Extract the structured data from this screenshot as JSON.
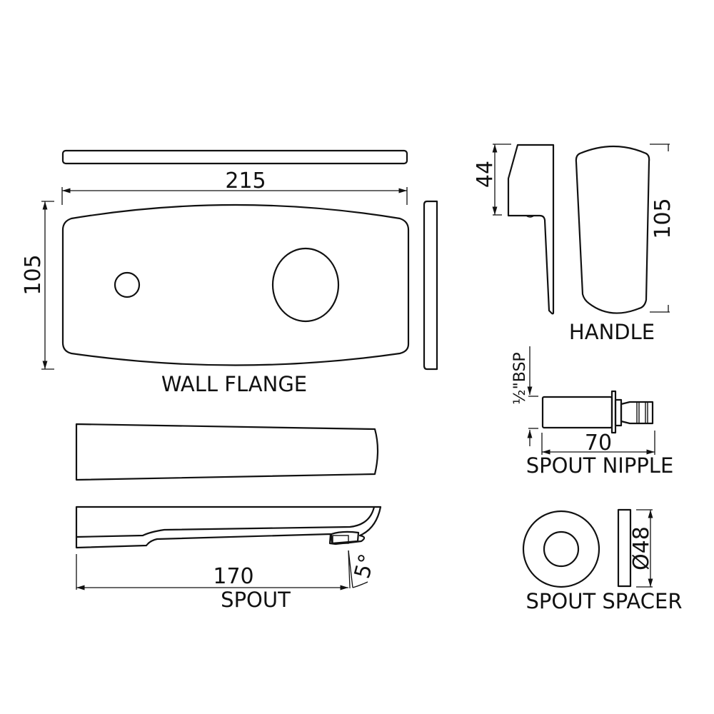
{
  "labels": {
    "wall_flange": "WALL FLANGE",
    "handle": "HANDLE",
    "spout_nipple": "SPOUT NIPPLE",
    "spout": "SPOUT",
    "spout_spacer": "SPOUT SPACER"
  },
  "dimensions": {
    "wall_flange_width": "215",
    "wall_flange_height": "105",
    "handle_depth": "44",
    "handle_height": "105",
    "nipple_thread": "½\"BSP",
    "nipple_length": "70",
    "spout_length": "170",
    "spout_angle": "5°",
    "spacer_diameter": "Ø48"
  },
  "colors": {
    "line": "#111111",
    "background": "#ffffff"
  }
}
